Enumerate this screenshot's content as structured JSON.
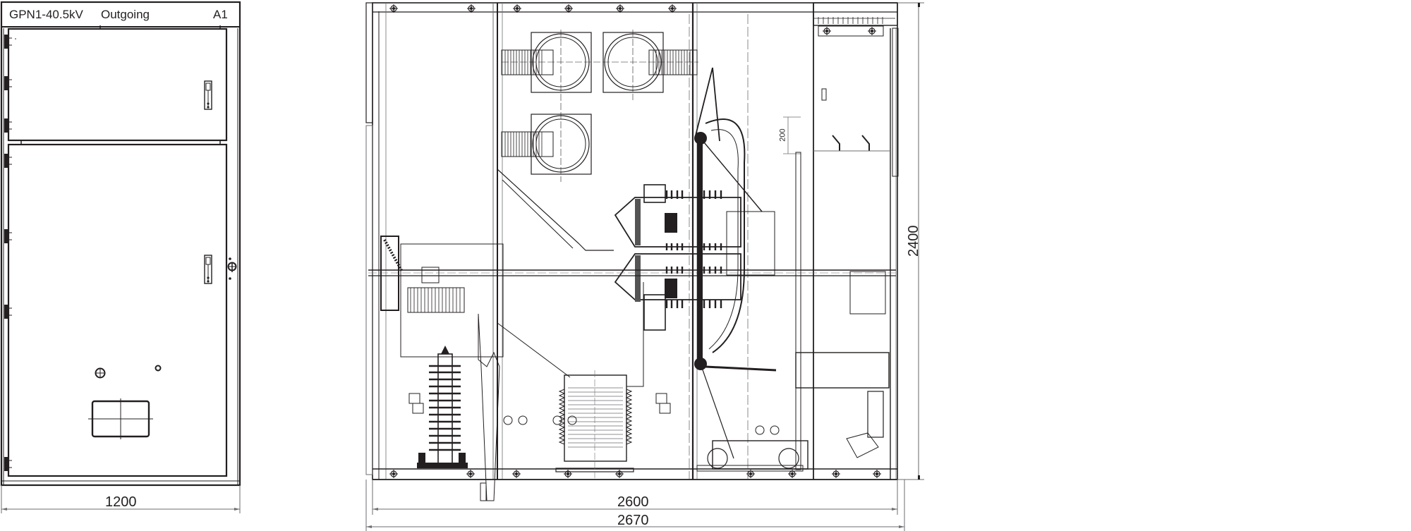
{
  "title_block": {
    "model": "GPN1-40.5kV",
    "function": "Outgoing",
    "panel_id": "A1"
  },
  "front_view": {
    "width_dimension": "1200",
    "doors": [
      {
        "name": "upper-door",
        "handle": "door-handle"
      },
      {
        "name": "lower-door",
        "handle": "door-handle",
        "features": [
          "indicator-lamp",
          "small-indicator",
          "viewing-window",
          "key-lock"
        ]
      }
    ]
  },
  "side_view": {
    "inner_width_dimension": "2600",
    "overall_width_dimension": "2670",
    "height_dimension": "2400",
    "detail_dimension": "200",
    "components": [
      "busbar-bushings",
      "circuit-breaker-poles",
      "current-transformer",
      "surge-arrester",
      "cable-termination",
      "earthing-switch",
      "breaker-truck",
      "low-voltage-compartment"
    ]
  },
  "colors": {
    "line": "#231f20",
    "thin_line": "#6d6e71",
    "dim_line": "#b3b3b3",
    "background": "#ffffff"
  }
}
